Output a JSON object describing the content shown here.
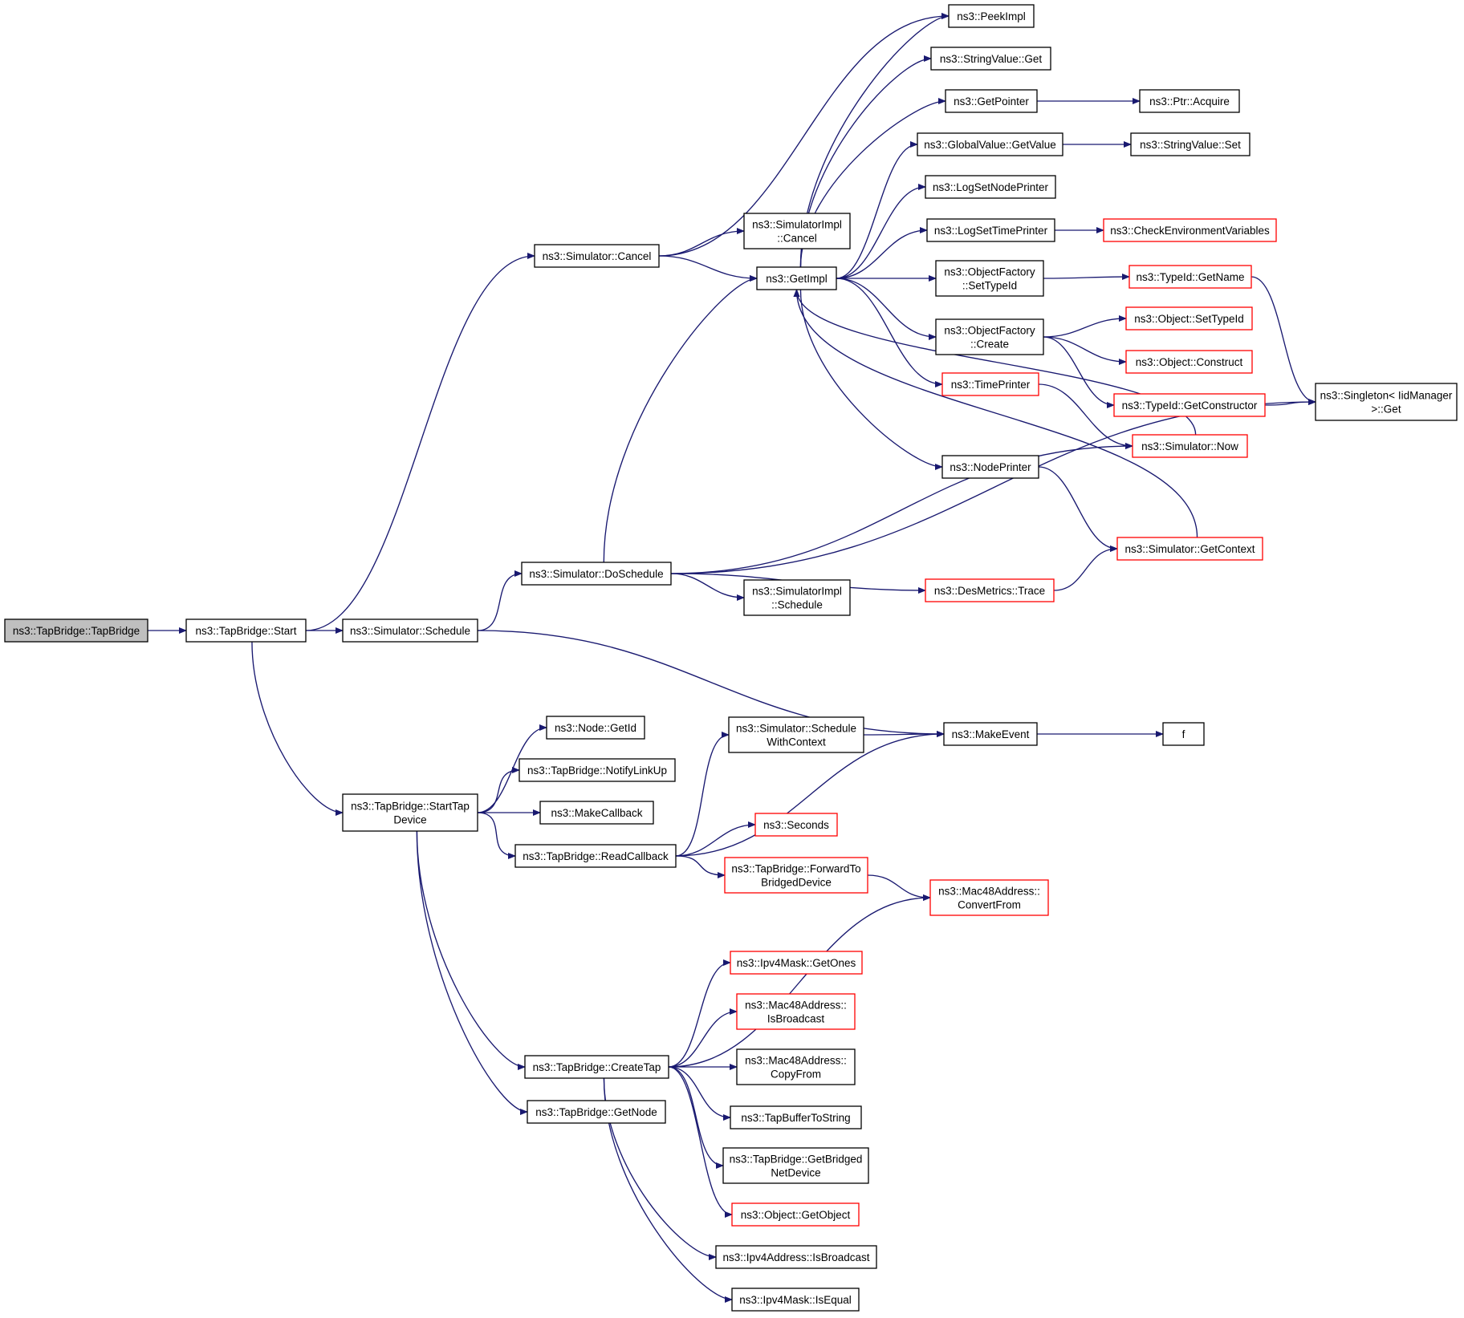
{
  "diagram": {
    "colors": {
      "edge": "#191970",
      "node_border_default": "#000000",
      "node_border_truncated": "#ff0000",
      "node_fill_root": "#bfbfbf",
      "node_fill_default": "#ffffff"
    },
    "nodes": [
      {
        "id": "tapbridge_ctor",
        "lines": [
          "ns3::TapBridge::TapBridge"
        ],
        "style": "root"
      },
      {
        "id": "tb_start",
        "lines": [
          "ns3::TapBridge::Start"
        ],
        "style": "default"
      },
      {
        "id": "sim_schedule",
        "lines": [
          "ns3::Simulator::Schedule"
        ],
        "style": "default"
      },
      {
        "id": "sim_cancel",
        "lines": [
          "ns3::Simulator::Cancel"
        ],
        "style": "default"
      },
      {
        "id": "simimpl_cancel",
        "lines": [
          "ns3::SimulatorImpl",
          "::Cancel"
        ],
        "style": "default"
      },
      {
        "id": "getimpl",
        "lines": [
          "ns3::GetImpl"
        ],
        "style": "default"
      },
      {
        "id": "peekimpl",
        "lines": [
          "ns3::PeekImpl"
        ],
        "style": "default"
      },
      {
        "id": "stringvalue_get",
        "lines": [
          "ns3::StringValue::Get"
        ],
        "style": "default"
      },
      {
        "id": "getpointer",
        "lines": [
          "ns3::GetPointer"
        ],
        "style": "default"
      },
      {
        "id": "ptr_acquire",
        "lines": [
          "ns3::Ptr::Acquire"
        ],
        "style": "default"
      },
      {
        "id": "globalvalue_getvalue",
        "lines": [
          "ns3::GlobalValue::GetValue"
        ],
        "style": "default"
      },
      {
        "id": "stringvalue_set",
        "lines": [
          "ns3::StringValue::Set"
        ],
        "style": "default"
      },
      {
        "id": "logsetnodeprinter",
        "lines": [
          "ns3::LogSetNodePrinter"
        ],
        "style": "default"
      },
      {
        "id": "logsettimeprinter",
        "lines": [
          "ns3::LogSetTimePrinter"
        ],
        "style": "default"
      },
      {
        "id": "checkenv",
        "lines": [
          "ns3::CheckEnvironmentVariables"
        ],
        "style": "truncated"
      },
      {
        "id": "of_settypeid",
        "lines": [
          "ns3::ObjectFactory",
          "::SetTypeId"
        ],
        "style": "default"
      },
      {
        "id": "typeid_getname",
        "lines": [
          "ns3::TypeId::GetName"
        ],
        "style": "truncated"
      },
      {
        "id": "of_create",
        "lines": [
          "ns3::ObjectFactory",
          "::Create"
        ],
        "style": "default"
      },
      {
        "id": "object_settypeid",
        "lines": [
          "ns3::Object::SetTypeId"
        ],
        "style": "truncated"
      },
      {
        "id": "object_construct",
        "lines": [
          "ns3::Object::Construct"
        ],
        "style": "truncated"
      },
      {
        "id": "typeid_getconstructor",
        "lines": [
          "ns3::TypeId::GetConstructor"
        ],
        "style": "truncated"
      },
      {
        "id": "singleton_get",
        "lines": [
          "ns3::Singleton< IidManager",
          ">::Get"
        ],
        "style": "default"
      },
      {
        "id": "timeprinter",
        "lines": [
          "ns3::TimePrinter"
        ],
        "style": "truncated"
      },
      {
        "id": "sim_now",
        "lines": [
          "ns3::Simulator::Now"
        ],
        "style": "truncated"
      },
      {
        "id": "nodeprinter",
        "lines": [
          "ns3::NodePrinter"
        ],
        "style": "default"
      },
      {
        "id": "sim_getcontext",
        "lines": [
          "ns3::Simulator::GetContext"
        ],
        "style": "truncated"
      },
      {
        "id": "sim_doschedule",
        "lines": [
          "ns3::Simulator::DoSchedule"
        ],
        "style": "default"
      },
      {
        "id": "desmetrics_trace",
        "lines": [
          "ns3::DesMetrics::Trace"
        ],
        "style": "truncated"
      },
      {
        "id": "simimpl_schedule",
        "lines": [
          "ns3::SimulatorImpl",
          "::Schedule"
        ],
        "style": "default"
      },
      {
        "id": "makeevent",
        "lines": [
          "ns3::MakeEvent"
        ],
        "style": "default"
      },
      {
        "id": "f",
        "lines": [
          "f"
        ],
        "style": "default"
      },
      {
        "id": "node_getid",
        "lines": [
          "ns3::Node::GetId"
        ],
        "style": "default"
      },
      {
        "id": "tb_notifylinkup",
        "lines": [
          "ns3::TapBridge::NotifyLinkUp"
        ],
        "style": "default"
      },
      {
        "id": "makecallback",
        "lines": [
          "ns3::MakeCallback"
        ],
        "style": "default"
      },
      {
        "id": "tb_starttapdevice",
        "lines": [
          "ns3::TapBridge::StartTap",
          "Device"
        ],
        "style": "default"
      },
      {
        "id": "tb_readcallback",
        "lines": [
          "ns3::TapBridge::ReadCallback"
        ],
        "style": "default"
      },
      {
        "id": "sim_schedulewithcontext",
        "lines": [
          "ns3::Simulator::Schedule",
          "WithContext"
        ],
        "style": "default"
      },
      {
        "id": "seconds",
        "lines": [
          "ns3::Seconds"
        ],
        "style": "truncated"
      },
      {
        "id": "tb_forwardtobridged",
        "lines": [
          "ns3::TapBridge::ForwardTo",
          "BridgedDevice"
        ],
        "style": "truncated"
      },
      {
        "id": "mac48_convertfrom",
        "lines": [
          "ns3::Mac48Address::",
          "ConvertFrom"
        ],
        "style": "truncated"
      },
      {
        "id": "ipv4mask_getones",
        "lines": [
          "ns3::Ipv4Mask::GetOnes"
        ],
        "style": "truncated"
      },
      {
        "id": "mac48_isbroadcast",
        "lines": [
          "ns3::Mac48Address::",
          "IsBroadcast"
        ],
        "style": "truncated"
      },
      {
        "id": "mac48_copyfrom",
        "lines": [
          "ns3::Mac48Address::",
          "CopyFrom"
        ],
        "style": "default"
      },
      {
        "id": "tb_createtap",
        "lines": [
          "ns3::TapBridge::CreateTap"
        ],
        "style": "default"
      },
      {
        "id": "tapbuffertostring",
        "lines": [
          "ns3::TapBufferToString"
        ],
        "style": "default"
      },
      {
        "id": "tb_getbridgednetdevice",
        "lines": [
          "ns3::TapBridge::GetBridged",
          "NetDevice"
        ],
        "style": "default"
      },
      {
        "id": "tb_getnode",
        "lines": [
          "ns3::TapBridge::GetNode"
        ],
        "style": "default"
      },
      {
        "id": "object_getobject",
        "lines": [
          "ns3::Object::GetObject"
        ],
        "style": "truncated"
      },
      {
        "id": "ipv4addr_isbroadcast",
        "lines": [
          "ns3::Ipv4Address::IsBroadcast"
        ],
        "style": "default"
      },
      {
        "id": "ipv4mask_isequal",
        "lines": [
          "ns3::Ipv4Mask::IsEqual"
        ],
        "style": "default"
      }
    ],
    "edges": [
      {
        "from": "tapbridge_ctor",
        "to": "tb_start"
      },
      {
        "from": "tb_start",
        "to": "sim_schedule"
      },
      {
        "from": "tb_start",
        "to": "sim_cancel"
      },
      {
        "from": "tb_start",
        "to": "tb_starttapdevice"
      },
      {
        "from": "sim_cancel",
        "to": "simimpl_cancel"
      },
      {
        "from": "sim_cancel",
        "to": "getimpl"
      },
      {
        "from": "sim_cancel",
        "to": "peekimpl"
      },
      {
        "from": "sim_schedule",
        "to": "sim_doschedule"
      },
      {
        "from": "sim_schedule",
        "to": "makeevent"
      },
      {
        "from": "sim_doschedule",
        "to": "getimpl"
      },
      {
        "from": "sim_doschedule",
        "to": "sim_now"
      },
      {
        "from": "sim_doschedule",
        "to": "desmetrics_trace"
      },
      {
        "from": "sim_doschedule",
        "to": "simimpl_schedule"
      },
      {
        "from": "sim_doschedule",
        "to": "singleton_get"
      },
      {
        "from": "getimpl",
        "to": "peekimpl"
      },
      {
        "from": "getimpl",
        "to": "stringvalue_get"
      },
      {
        "from": "getimpl",
        "to": "getpointer"
      },
      {
        "from": "getimpl",
        "to": "globalvalue_getvalue"
      },
      {
        "from": "getimpl",
        "to": "logsetnodeprinter"
      },
      {
        "from": "getimpl",
        "to": "logsettimeprinter"
      },
      {
        "from": "getimpl",
        "to": "of_settypeid"
      },
      {
        "from": "getimpl",
        "to": "of_create"
      },
      {
        "from": "getimpl",
        "to": "timeprinter"
      },
      {
        "from": "getimpl",
        "to": "nodeprinter"
      },
      {
        "from": "getpointer",
        "to": "ptr_acquire"
      },
      {
        "from": "globalvalue_getvalue",
        "to": "stringvalue_set"
      },
      {
        "from": "logsettimeprinter",
        "to": "checkenv"
      },
      {
        "from": "of_settypeid",
        "to": "typeid_getname"
      },
      {
        "from": "of_create",
        "to": "object_settypeid"
      },
      {
        "from": "of_create",
        "to": "object_construct"
      },
      {
        "from": "of_create",
        "to": "typeid_getconstructor"
      },
      {
        "from": "typeid_getname",
        "to": "singleton_get"
      },
      {
        "from": "typeid_getconstructor",
        "to": "singleton_get"
      },
      {
        "from": "timeprinter",
        "to": "sim_now"
      },
      {
        "from": "sim_now",
        "to": "getimpl"
      },
      {
        "from": "nodeprinter",
        "to": "sim_getcontext"
      },
      {
        "from": "sim_getcontext",
        "to": "getimpl"
      },
      {
        "from": "desmetrics_trace",
        "to": "sim_getcontext"
      },
      {
        "from": "makeevent",
        "to": "f"
      },
      {
        "from": "tb_starttapdevice",
        "to": "node_getid"
      },
      {
        "from": "tb_starttapdevice",
        "to": "tb_notifylinkup"
      },
      {
        "from": "tb_starttapdevice",
        "to": "makecallback"
      },
      {
        "from": "tb_starttapdevice",
        "to": "tb_readcallback"
      },
      {
        "from": "tb_starttapdevice",
        "to": "tb_createtap"
      },
      {
        "from": "tb_starttapdevice",
        "to": "tb_getnode"
      },
      {
        "from": "tb_readcallback",
        "to": "sim_schedulewithcontext"
      },
      {
        "from": "tb_readcallback",
        "to": "makeevent"
      },
      {
        "from": "tb_readcallback",
        "to": "seconds"
      },
      {
        "from": "tb_readcallback",
        "to": "tb_forwardtobridged"
      },
      {
        "from": "sim_schedulewithcontext",
        "to": "makeevent"
      },
      {
        "from": "tb_forwardtobridged",
        "to": "mac48_convertfrom"
      },
      {
        "from": "tb_createtap",
        "to": "mac48_convertfrom"
      },
      {
        "from": "tb_createtap",
        "to": "ipv4mask_getones"
      },
      {
        "from": "tb_createtap",
        "to": "mac48_isbroadcast"
      },
      {
        "from": "tb_createtap",
        "to": "mac48_copyfrom"
      },
      {
        "from": "tb_createtap",
        "to": "tapbuffertostring"
      },
      {
        "from": "tb_createtap",
        "to": "tb_getbridgednetdevice"
      },
      {
        "from": "tb_createtap",
        "to": "object_getobject"
      },
      {
        "from": "tb_createtap",
        "to": "ipv4addr_isbroadcast"
      },
      {
        "from": "tb_createtap",
        "to": "ipv4mask_isequal"
      }
    ]
  }
}
